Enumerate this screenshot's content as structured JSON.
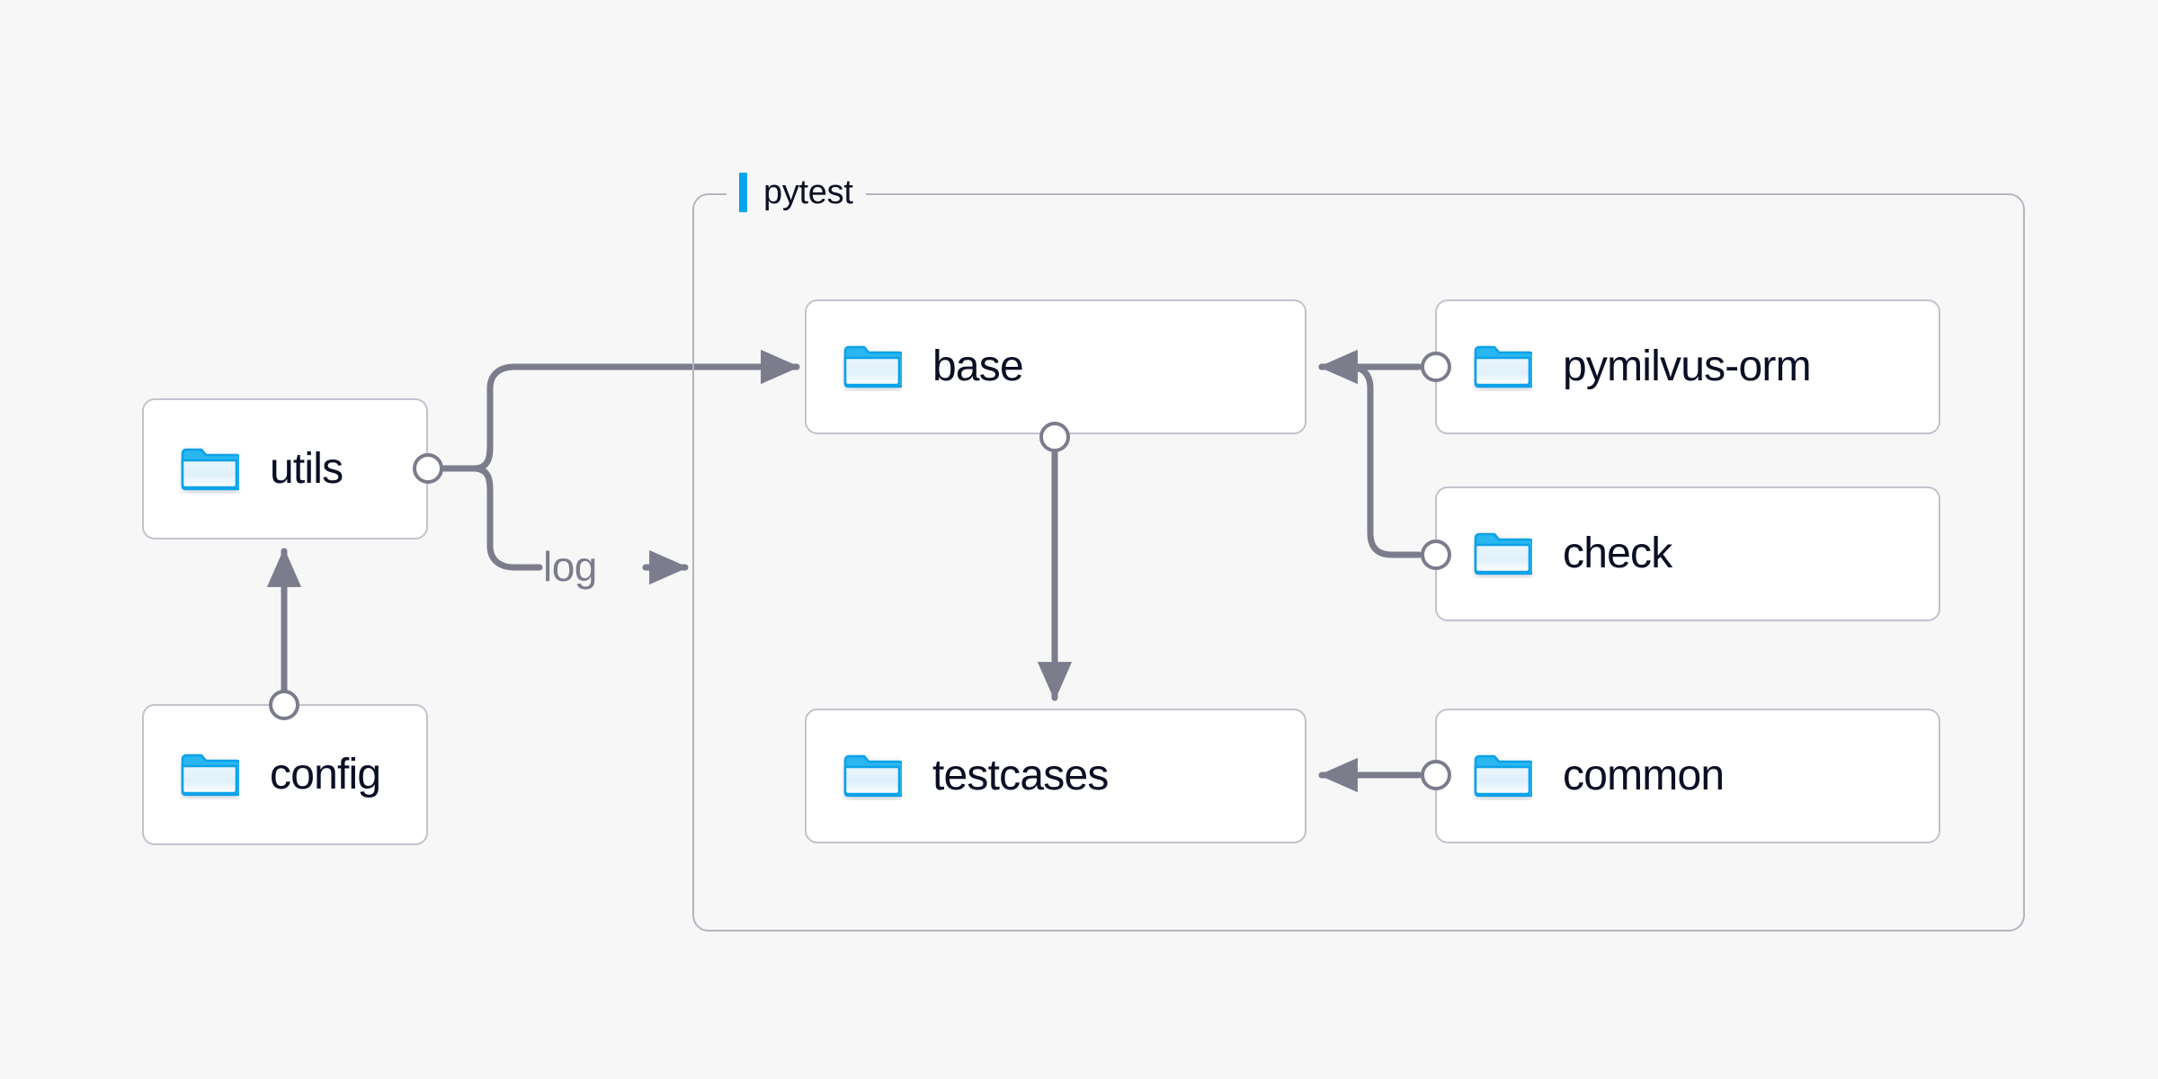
{
  "canvas": {
    "background": "#f7f7f8",
    "accent": "#06a5eb",
    "edge_color": "#7b7c8c",
    "box_border": "#c3c2cd",
    "group_border": "#b5b4c2",
    "text_color": "#0b0f24",
    "muted_text": "#7b7c8c"
  },
  "group": {
    "label": "pytest"
  },
  "nodes": {
    "utils": {
      "label": "utils",
      "icon": "folder-icon"
    },
    "config": {
      "label": "config",
      "icon": "folder-icon"
    },
    "base": {
      "label": "base",
      "icon": "folder-icon"
    },
    "testcases": {
      "label": "testcases",
      "icon": "folder-icon"
    },
    "pymilvus_orm": {
      "label": "pymilvus-orm",
      "icon": "folder-icon"
    },
    "check": {
      "label": "check",
      "icon": "folder-icon"
    },
    "common": {
      "label": "common",
      "icon": "folder-icon"
    }
  },
  "edges": {
    "utils_log": {
      "label": "log",
      "arrow_glyph": "→"
    }
  }
}
